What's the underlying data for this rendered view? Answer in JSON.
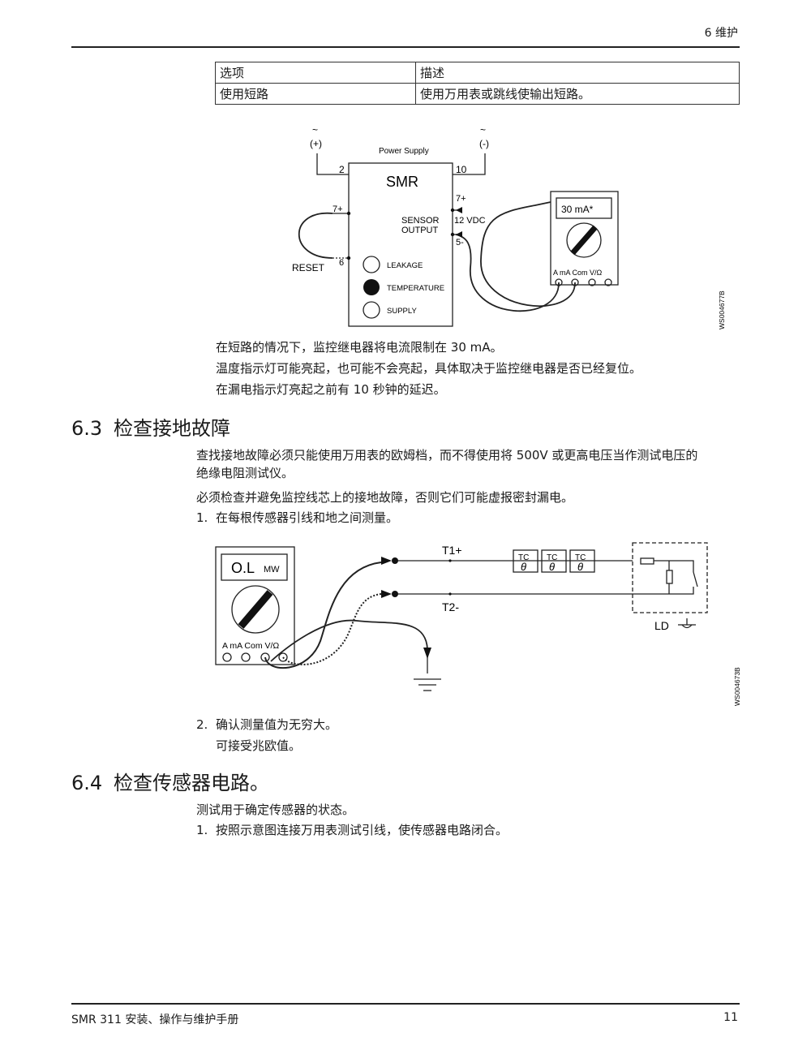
{
  "header": {
    "section": "6  维护"
  },
  "options_table": {
    "headers": [
      "选项",
      "描述"
    ],
    "rows": [
      [
        "使用短路",
        "使用万用表或跳线使输出短路。"
      ]
    ]
  },
  "figure1": {
    "ac_plus": "~",
    "ac_plus_sign": "(+)",
    "ac_minus": "~",
    "ac_minus_sign": "(-)",
    "power_supply": "Power Supply",
    "term_2": "2",
    "term_10": "10",
    "smr": "SMR",
    "term_7plus_left": "7+",
    "term_7plus_right": "7+",
    "sensor": "SENSOR",
    "output": "OUTPUT",
    "vdc": "12 VDC",
    "term_5minus": "5-",
    "term_6": "6",
    "reset": "RESET",
    "leakage": "LEAKAGE",
    "temperature": "TEMPERATURE",
    "supply": "SUPPLY",
    "meter_display": "30 mA*",
    "meter_ports": "A   mA Com V/Ω",
    "code": "WS004677B"
  },
  "para1": [
    "在短路的情况下，监控继电器将电流限制在 30 mA。",
    "温度指示灯可能亮起，也可能不会亮起，具体取决于监控继电器是否已经复位。",
    "在漏电指示灯亮起之前有 10 秒钟的延迟。"
  ],
  "section63": {
    "num": "6.3",
    "title": "检查接地故障",
    "p1a": "查找接地故障必须只能使用万用表的欧姆档，而不得使用将 500V 或更高电压当作测试电压的",
    "p1b": "绝缘电阻测试仪。",
    "p2": "必须检查并避免监控线芯上的接地故障，否则它们可能虚报密封漏电。",
    "step1_num": "1.",
    "step1": "在每根传感器引线和地之间测量。"
  },
  "figure2": {
    "display": "O.L",
    "display_unit": "MW",
    "ports": "A  mA  Com  V/Ω",
    "t1": "T1+",
    "t2": "T2-",
    "tc": "TC",
    "theta": "θ",
    "ld": "LD",
    "code": "WS004673B"
  },
  "step2": {
    "num": "2.",
    "text": "确认测量值为无穷大。",
    "note": "可接受兆欧值。"
  },
  "section64": {
    "num": "6.4",
    "title": "检查传感器电路。",
    "p1": "测试用于确定传感器的状态。",
    "step1_num": "1.",
    "step1": "按照示意图连接万用表测试引线，使传感器电路闭合。"
  },
  "footer": {
    "title": "SMR 311 安装、操作与维护手册",
    "page": "11"
  }
}
